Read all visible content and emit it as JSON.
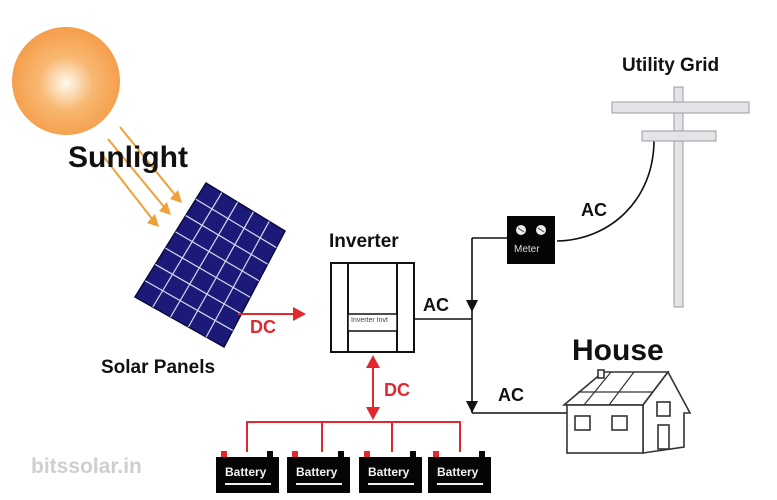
{
  "labels": {
    "sunlight": "Sunlight",
    "solar_panels": "Solar Panels",
    "inverter": "Inverter",
    "inverter_plate": "Inverter Invt",
    "utility_grid": "Utility Grid",
    "meter": "Meter",
    "house": "House",
    "dc_panel_to_inverter": "DC",
    "dc_inverter_to_battery": "DC",
    "ac_inverter_out": "AC",
    "ac_to_house": "AC",
    "ac_grid_line": "AC",
    "watermark": "bitssolar.in"
  },
  "batteries": [
    "Battery",
    "Battery",
    "Battery",
    "Battery"
  ],
  "colors": {
    "sun": "#f6a04d",
    "sun_ray": "#f0a038",
    "panel": "#1c1a78",
    "panel_grid": "#d8d8f0",
    "dc_line": "#e0282e",
    "ac_line": "#111111",
    "pole": "#e2e4e8",
    "watermark": "#cfcfcf"
  }
}
